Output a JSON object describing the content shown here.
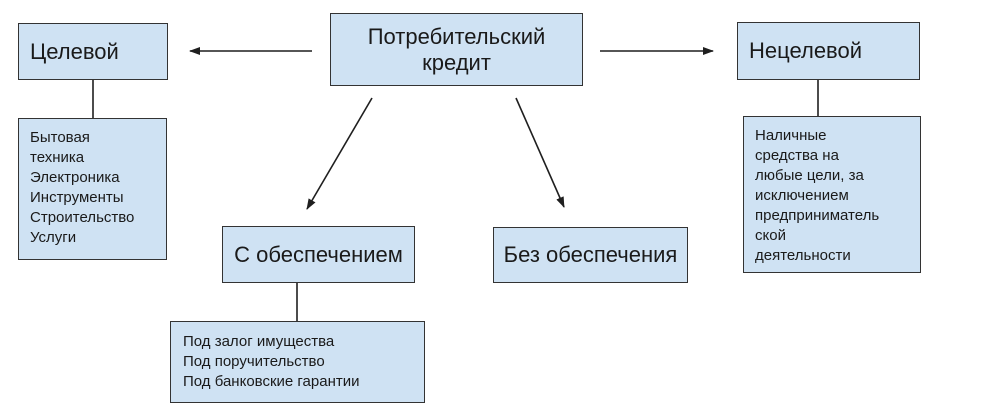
{
  "colors": {
    "background": "#ffffff",
    "box_fill": "#cfe2f3",
    "box_border": "#333333",
    "connector": "#1f1f1f",
    "text": "#1a1a1a"
  },
  "diagram": {
    "root": {
      "label": "Потребительский кредит"
    },
    "targeted": {
      "label": "Целевой"
    },
    "non_targeted": {
      "label": "Нецелевой"
    },
    "targeted_items": {
      "lines": [
        "Бытовая",
        "техника",
        "Электроника",
        "Инструменты",
        "Строительство",
        "Услуги"
      ]
    },
    "non_targeted_items": {
      "lines": [
        "Наличные",
        "средства на",
        "любые цели, за",
        "исключением",
        "предприниматель",
        "ской",
        "деятельности"
      ]
    },
    "secured": {
      "label": "С обеспечением"
    },
    "unsecured": {
      "label": "Без обеспечения"
    },
    "secured_items": {
      "lines": [
        "Под залог имущества",
        "Под поручительство",
        "Под банковские гарантии"
      ]
    }
  }
}
